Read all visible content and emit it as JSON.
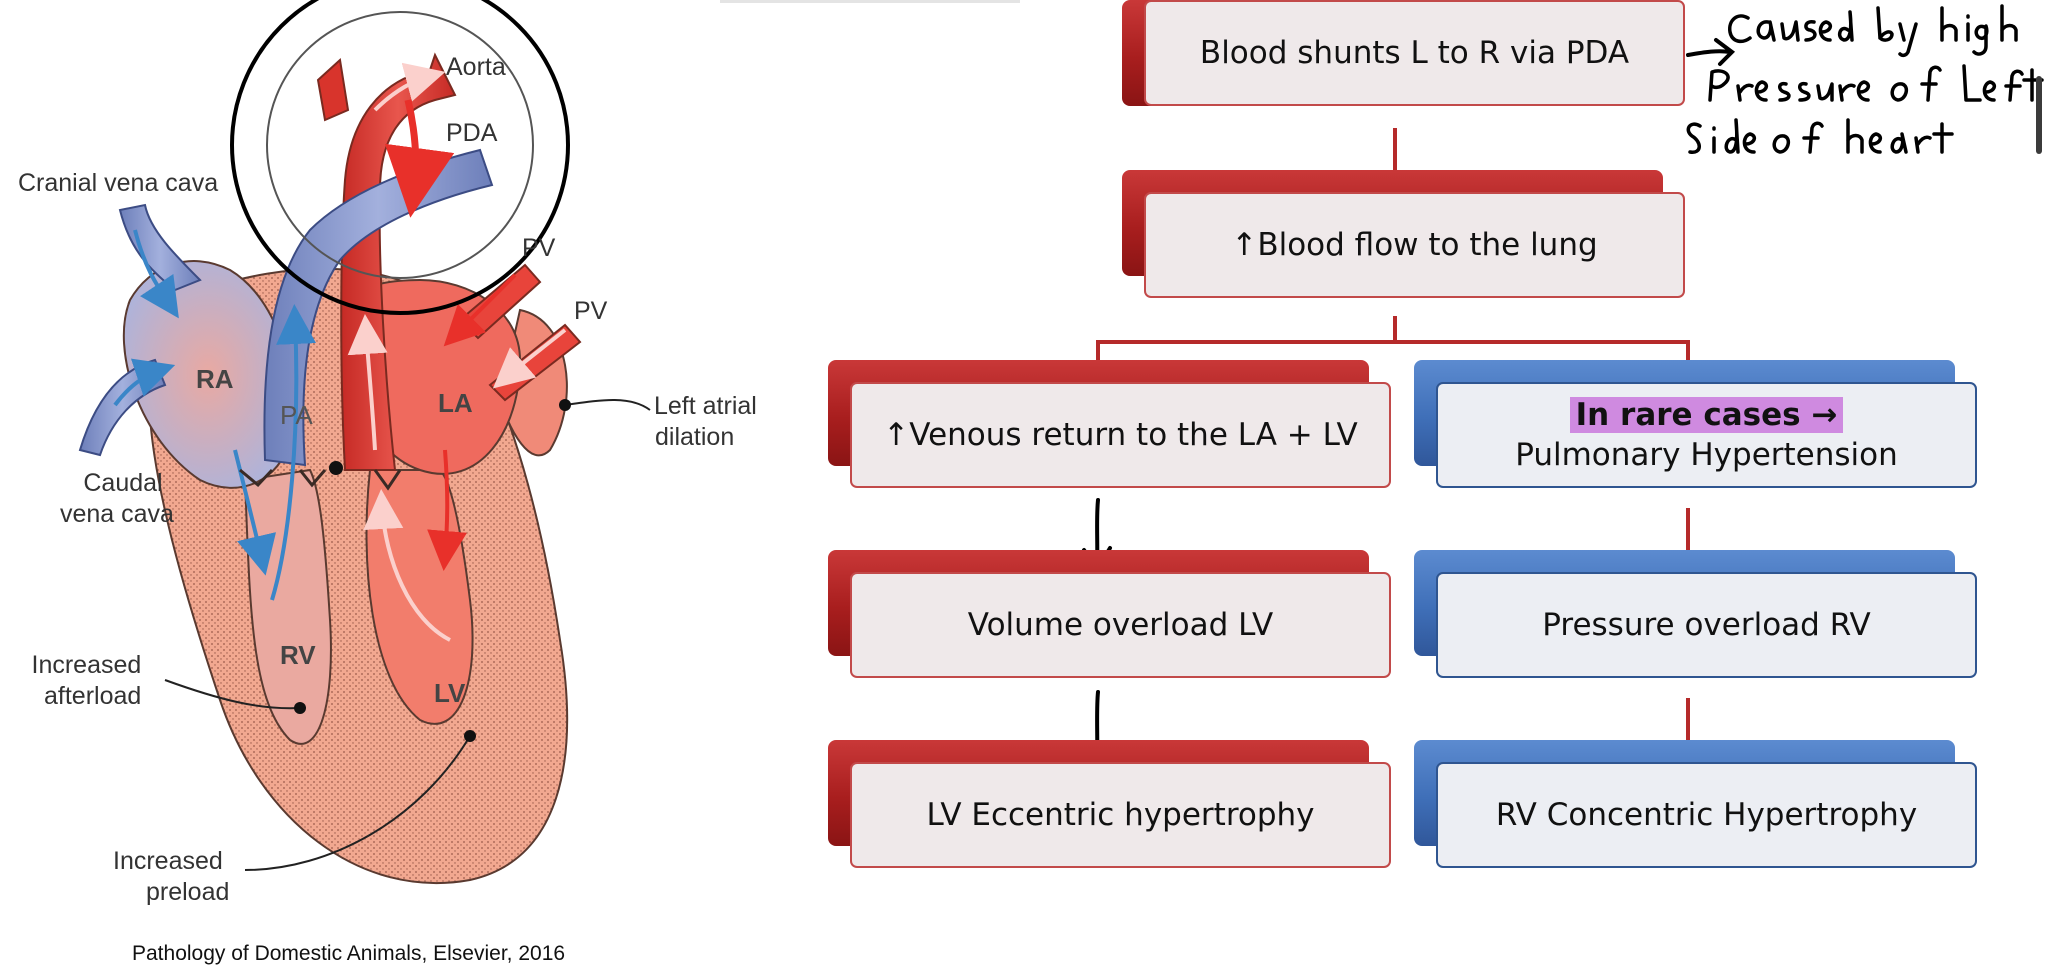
{
  "diagram": {
    "heart_labels": {
      "aorta": "Aorta",
      "pda": "PDA",
      "cranial_vena_cava": "Cranial vena cava",
      "pv_1": "PV",
      "pv_2": "PV",
      "left_atrial_dilation": [
        "Left atrial",
        "dilation"
      ],
      "caudal_vena_cava": [
        "Caudal",
        "vena cava"
      ],
      "increased_afterload": [
        "Increased",
        "afterload"
      ],
      "increased_preload": [
        "Increased",
        "preload"
      ],
      "ra": "RA",
      "pa": "PA",
      "la": "LA",
      "rv": "RV",
      "lv": "LV"
    },
    "citation": "Pathology of Domestic Animals, Elsevier, 2016"
  },
  "flowchart": {
    "box_1": "Blood shunts L to R via PDA",
    "box_2": "↑Blood flow to the lung",
    "box_3": "↑Venous return to the LA + LV",
    "box_4_highlight": "In rare cases →",
    "box_4": "Pulmonary Hypertension",
    "box_5": "Volume overload LV",
    "box_6": "Pressure overload RV",
    "box_7": "LV Eccentric hypertrophy",
    "box_8": "RV Concentric Hypertrophy"
  },
  "handwritten_note": [
    "Caused by high",
    "Pressure of Left",
    "Side of heart"
  ],
  "colors": {
    "red_box": "#b52a2a",
    "blue_box": "#3f6fb8",
    "highlight": "#cf8ae0",
    "connector": "#b52a2a"
  }
}
